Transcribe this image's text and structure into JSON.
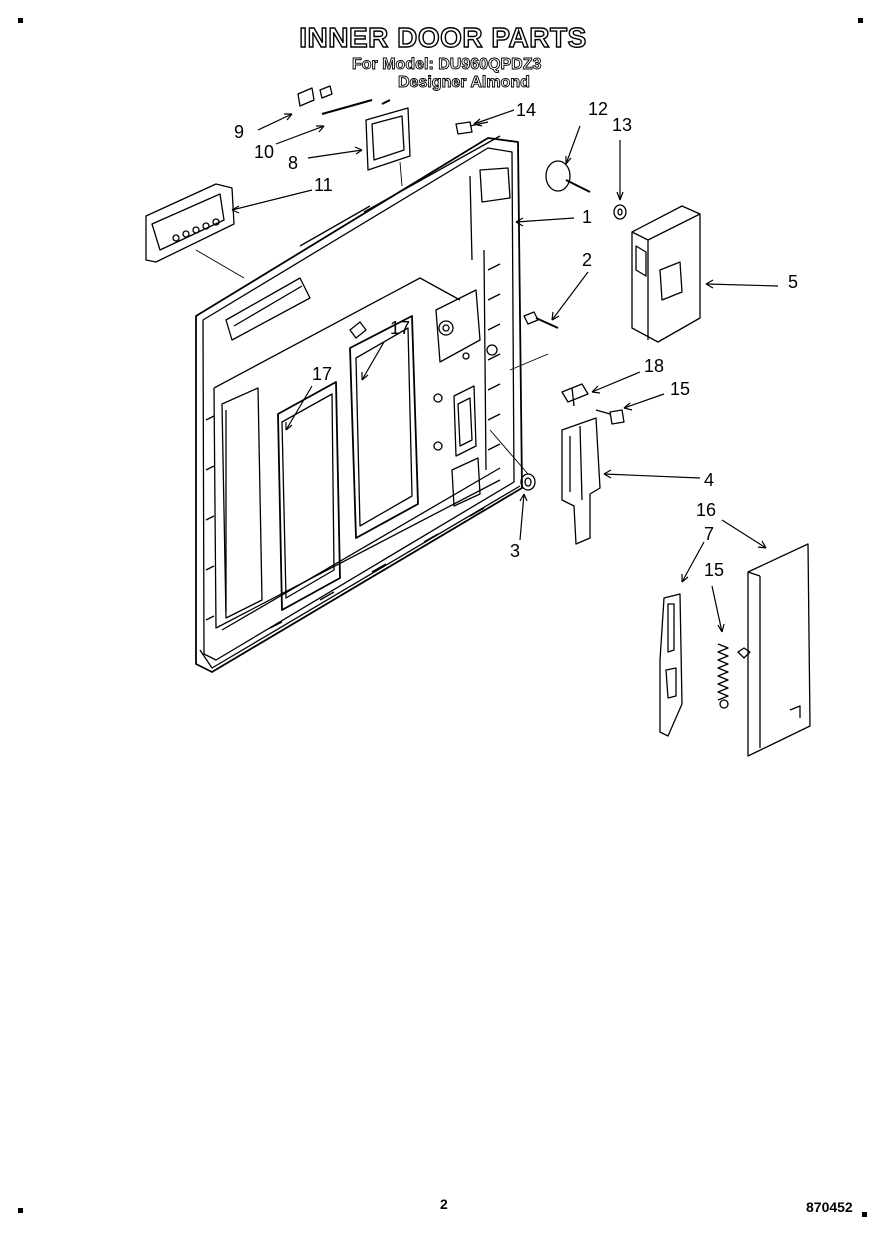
{
  "header": {
    "title": "INNER DOOR PARTS",
    "model_line": "For Model: DU960QPDZ3",
    "color_line": "Designer Almond"
  },
  "callouts": [
    "1",
    "2",
    "3",
    "4",
    "5",
    "7",
    "8",
    "9",
    "10",
    "11",
    "12",
    "13",
    "14",
    "15",
    "15",
    "16",
    "17",
    "17",
    "18"
  ],
  "footer": {
    "page_number": "2",
    "document_number": "870452"
  }
}
